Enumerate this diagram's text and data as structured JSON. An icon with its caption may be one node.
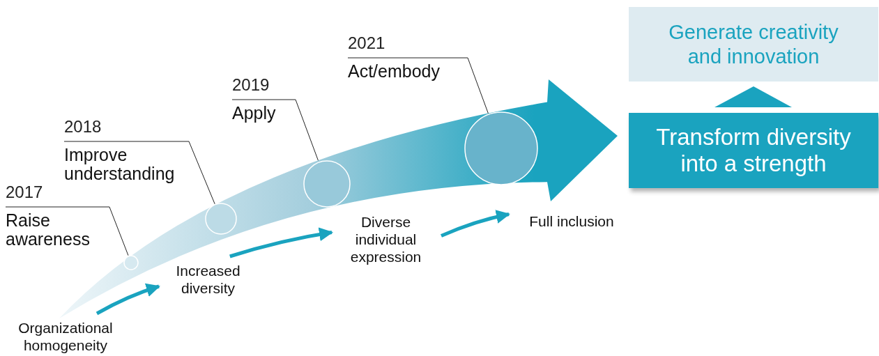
{
  "diagram": {
    "nodes": [
      {
        "text": [
          "2017",
          "Raise awareness"
        ]
      },
      {
        "text": [
          "2018",
          "Improve understanding"
        ]
      },
      {
        "text": [
          "2019",
          "Apply"
        ]
      },
      {
        "text": [
          "2021",
          "Act/embody"
        ]
      },
      {
        "text": [],
        "shape": "circle"
      },
      {
        "text": [],
        "shape": "circle"
      },
      {
        "text": [],
        "shape": "circle"
      },
      {
        "text": [],
        "shape": "circle"
      },
      {
        "text": [
          "Organizational homogeneity"
        ]
      },
      {
        "text": [
          "Increased diversity"
        ]
      },
      {
        "text": [
          "Diverse individual expression"
        ]
      },
      {
        "text": [
          "Full inclusion"
        ]
      },
      {
        "text": [
          "Generate creativity and innovation"
        ]
      },
      {
        "text": [
          "Transform diversity into a strength"
        ]
      }
    ],
    "edges": [
      {
        "from": 0,
        "to": 4,
        "arrow": "none"
      },
      {
        "from": 1,
        "to": 5,
        "arrow": "none"
      },
      {
        "from": 2,
        "to": 6,
        "arrow": "none"
      },
      {
        "from": 3,
        "to": 7,
        "arrow": "none"
      },
      {
        "from": 8,
        "to": 9,
        "arrow": "to",
        "style": "thick",
        "color": "#1aa3bf"
      },
      {
        "from": 9,
        "to": 10,
        "arrow": "to",
        "style": "thick",
        "color": "#1aa3bf"
      },
      {
        "from": 10,
        "to": 11,
        "arrow": "to",
        "style": "thick",
        "color": "#1aa3bf"
      },
      {
        "from": 8,
        "to": 13,
        "arrow": "to",
        "style": "thick",
        "color": "#1aa3bf"
      },
      {
        "from": 13,
        "to": 12,
        "arrow": "to",
        "style": "thick",
        "color": "#1aa3bf"
      }
    ]
  }
}
